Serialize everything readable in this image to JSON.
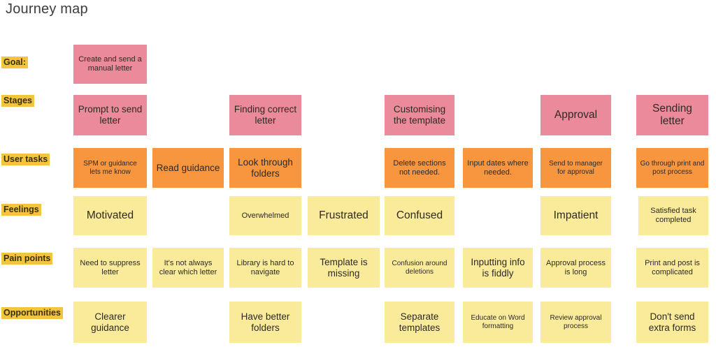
{
  "title": "Journey map",
  "colors": {
    "stage_pink": "#eb8a9b",
    "task_orange": "#f89640",
    "note_yellow": "#faeb9b",
    "label_highlight": "#f2c53d",
    "background": "#ffffff",
    "text": "#2e2a24"
  },
  "rows": [
    {
      "label": "Goal:"
    },
    {
      "label": "Stages"
    },
    {
      "label": "User tasks"
    },
    {
      "label": "Feelings"
    },
    {
      "label": "Pain points"
    },
    {
      "label": "Opportunities"
    }
  ],
  "cards": {
    "goal": [
      {
        "col": 1,
        "text": "Create and send a manual letter"
      }
    ],
    "stages": [
      {
        "col": 1,
        "text": "Prompt to send letter"
      },
      {
        "col": 3,
        "text": "Finding correct letter"
      },
      {
        "col": 5,
        "text": "Customising the template"
      },
      {
        "col": 7,
        "text": "Approval"
      },
      {
        "col": 8,
        "text": "Sending letter"
      }
    ],
    "user_tasks": [
      {
        "col": 1,
        "text": "SPM or guidance lets me know"
      },
      {
        "col": 2,
        "text": "Read guidance"
      },
      {
        "col": 3,
        "text": "Look through folders"
      },
      {
        "col": 5,
        "text": "Delete sections not needed."
      },
      {
        "col": 6,
        "text": "Input dates where needed."
      },
      {
        "col": 7,
        "text": "Send to manager for approval"
      },
      {
        "col": 8,
        "text": "Go through print and post process"
      }
    ],
    "feelings": [
      {
        "col": 1,
        "text": "Motivated"
      },
      {
        "col": 3,
        "text": "Overwhelmed"
      },
      {
        "col": 4,
        "text": "Frustrated"
      },
      {
        "col": 5,
        "text": "Confused"
      },
      {
        "col": 7,
        "text": "Impatient"
      },
      {
        "col": 8,
        "text": "Satisfied task completed"
      }
    ],
    "pain_points": [
      {
        "col": 1,
        "text": "Need to suppress letter"
      },
      {
        "col": 2,
        "text": "It's not always clear which letter"
      },
      {
        "col": 3,
        "text": "Library is hard to navigate"
      },
      {
        "col": 4,
        "text": "Template is missing"
      },
      {
        "col": 5,
        "text": "Confusion around deletions"
      },
      {
        "col": 6,
        "text": "Inputting info is fiddly"
      },
      {
        "col": 7,
        "text": "Approval process is long"
      },
      {
        "col": 8,
        "text": "Print and post is complicated"
      }
    ],
    "opportunities": [
      {
        "col": 1,
        "text": "Clearer guidance"
      },
      {
        "col": 3,
        "text": "Have better folders"
      },
      {
        "col": 5,
        "text": "Separate templates"
      },
      {
        "col": 6,
        "text": "Educate on Word formatting"
      },
      {
        "col": 7,
        "text": "Review approval process"
      },
      {
        "col": 8,
        "text": "Don't send extra forms"
      }
    ]
  }
}
